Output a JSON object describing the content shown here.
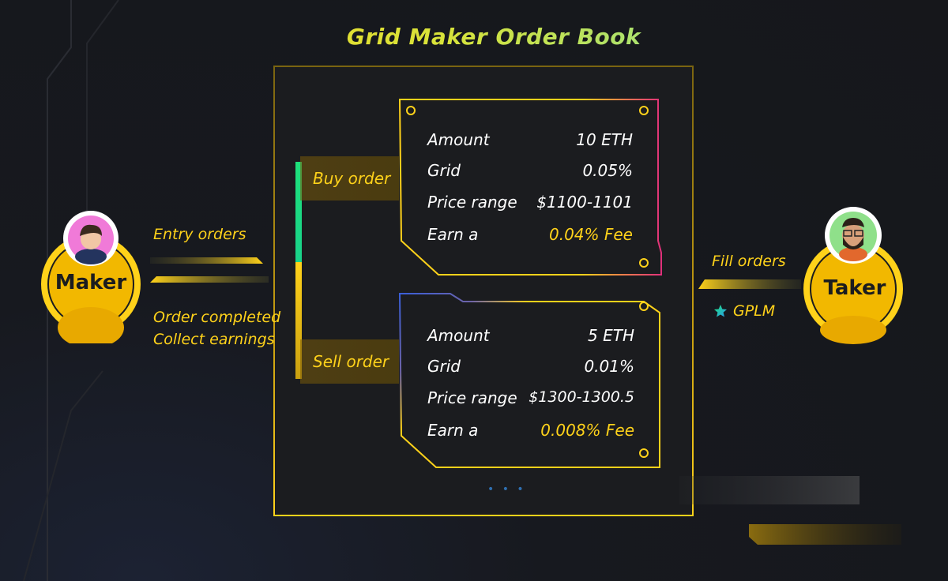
{
  "title": "Grid Maker Order Book",
  "maker": {
    "label": "Maker",
    "entry_orders": "Entry orders",
    "completed_line1": "Order completed",
    "completed_line2": "Collect earnings"
  },
  "taker": {
    "label": "Taker",
    "fill_orders": "Fill orders",
    "token": "GPLM"
  },
  "buy_order": {
    "tab_label": "Buy order",
    "rows": [
      {
        "label": "Amount",
        "value": "10 ETH"
      },
      {
        "label": "Grid",
        "value": "0.05%"
      },
      {
        "label": "Price range",
        "value": "$1100-1101"
      },
      {
        "label": "Earn a",
        "value": "0.04% Fee"
      }
    ]
  },
  "sell_order": {
    "tab_label": "Sell order",
    "rows": [
      {
        "label": "Amount",
        "value": "5 ETH"
      },
      {
        "label": "Grid",
        "value": "0.01%"
      },
      {
        "label": "Price range",
        "value": "$1300-1300.5"
      },
      {
        "label": "Earn a",
        "value": "0.008% Fee"
      }
    ]
  },
  "more_indicator": "• • •",
  "colors": {
    "accent_yellow": "#ffd21a",
    "accent_green": "#1ee07a",
    "accent_cyan": "#5fe0c8",
    "background": "#16171b"
  }
}
